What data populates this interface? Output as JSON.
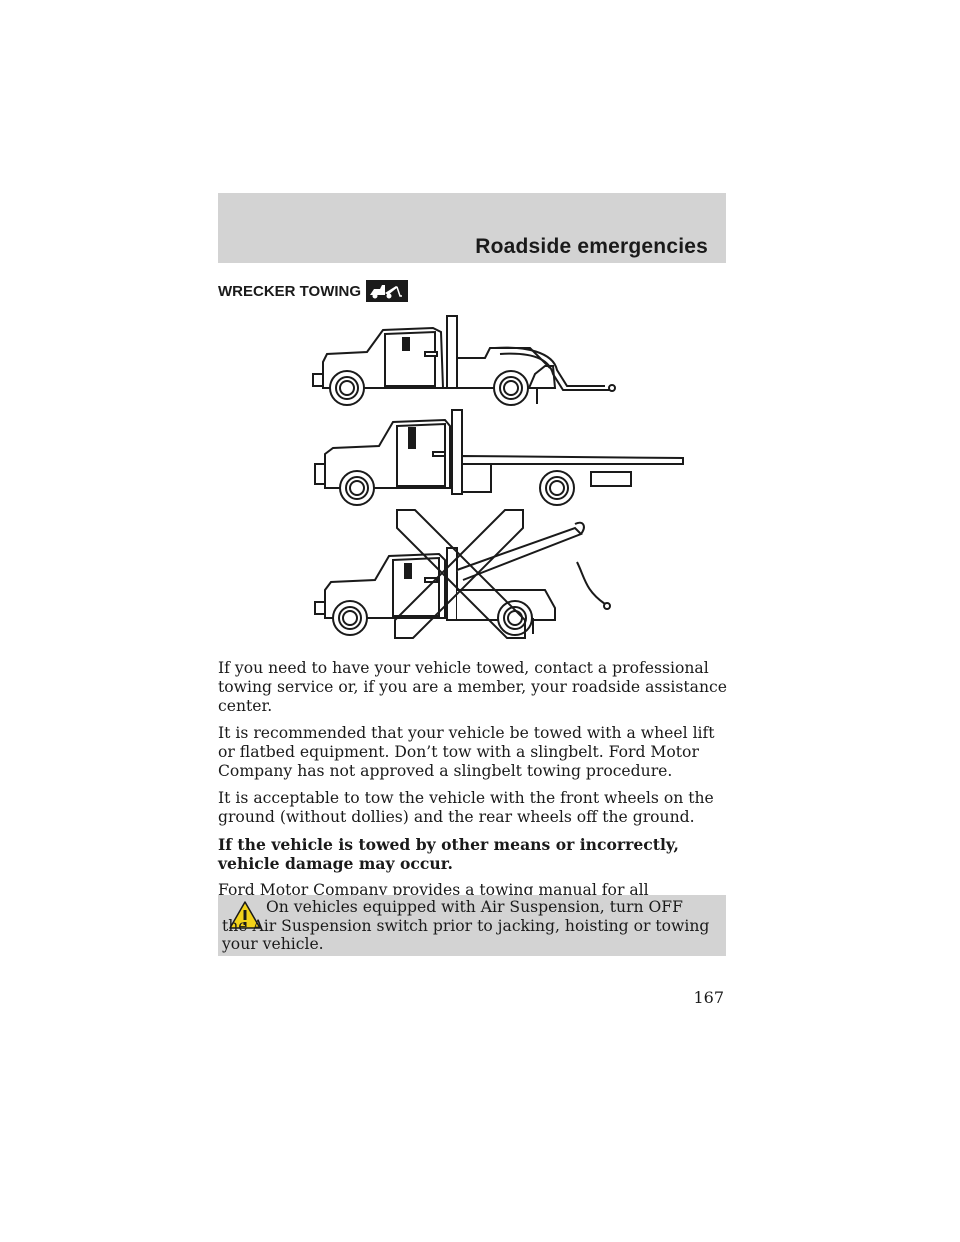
{
  "header": {
    "section_title": "Roadside emergencies"
  },
  "section": {
    "heading": "WRECKER TOWING",
    "heading_icon": "tow-truck-icon"
  },
  "illustration": {
    "figures": [
      "wheel-lift-tow-truck",
      "flatbed-tow-truck",
      "slingbelt-tow-truck-crossed-out"
    ]
  },
  "body": {
    "paragraphs": [
      "If you need to have your vehicle towed, contact a professional towing service or, if you are a member, your roadside assistance center.",
      "It is recommended that your vehicle be towed with a wheel lift or flatbed equipment. Don’t tow with a slingbelt. Ford Motor Company has not approved a slingbelt towing procedure.",
      "It is acceptable to tow the vehicle with the front wheels on the ground (without dollies) and the rear wheels off the ground.",
      "If the vehicle is towed by other means or incorrectly, vehicle damage may occur.",
      "Ford Motor Company provides a towing manual for all authorized tow truck operators. Have your tow truck operator refer to this manual for proper hook-up and towing procedures for your vehicle."
    ]
  },
  "warning": {
    "icon": "warning-triangle-icon",
    "text": "On vehicles equipped with Air Suspension, turn OFF the Air Suspension switch prior to jacking, hoisting or towing your vehicle."
  },
  "footer": {
    "page_number": "167"
  }
}
